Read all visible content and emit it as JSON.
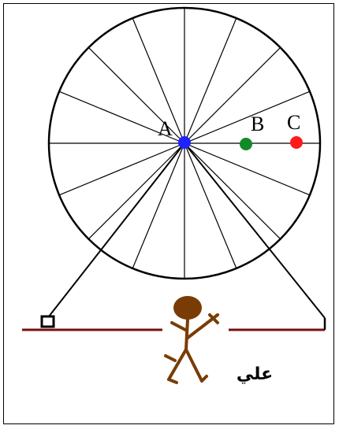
{
  "labels": {
    "a": "A",
    "b": "B",
    "c": "C",
    "person_name": "علي"
  },
  "wheel": {
    "spoke_count": 16
  },
  "colors": {
    "point_a": "#1e22ff",
    "point_b": "#128a2a",
    "point_c": "#ff1a1a",
    "ground": "#7a1010",
    "person": "#7a3c05"
  }
}
